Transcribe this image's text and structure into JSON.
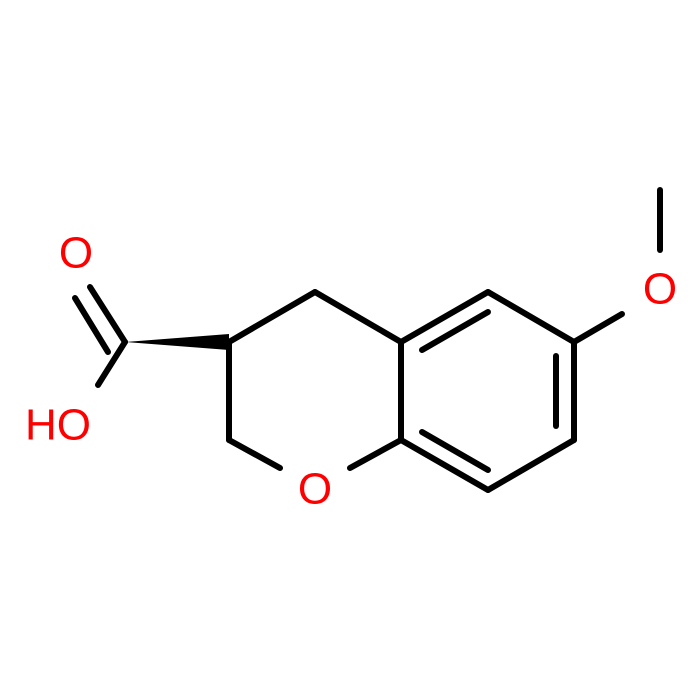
{
  "atoms": {
    "carbonyl_o": "O",
    "hydroxyl": "HO",
    "ring_o": "O",
    "methoxy_o": "O"
  },
  "colors": {
    "bond": "#000000",
    "heteroatom": "#ff0000",
    "background": "#ffffff"
  }
}
